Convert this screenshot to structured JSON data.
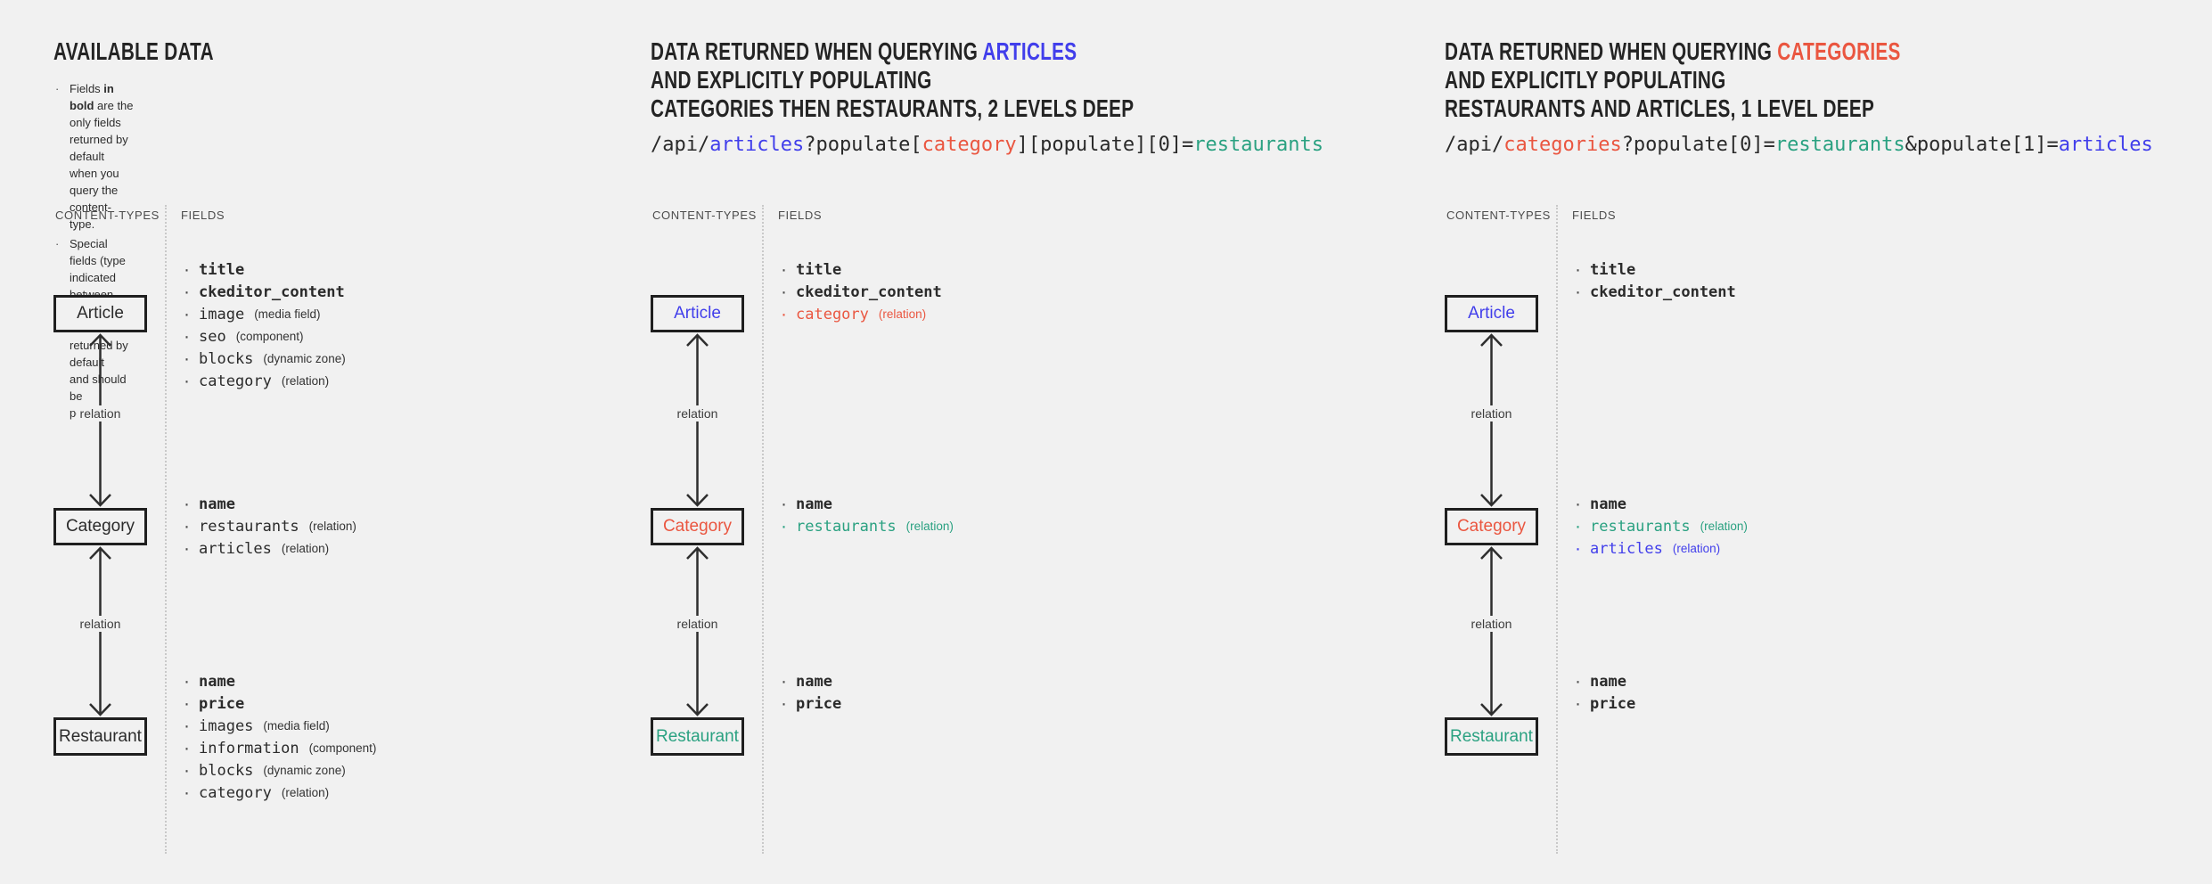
{
  "colors": {
    "blue": "#413EEB",
    "red": "#EA5640",
    "teal": "#2AA181",
    "dark": "#242424"
  },
  "glyphs": {
    "bullet": "·"
  },
  "diagram_labels": {
    "content_types": "CONTENT-TYPES",
    "fields": "FIELDS",
    "relation": "relation"
  },
  "columns": [
    {
      "title_lines": [
        [
          {
            "text": "AVAILABLE DATA"
          }
        ]
      ],
      "notes": [
        {
          "segments": [
            {
              "text": "Fields "
            },
            {
              "text": "in bold",
              "bold": true
            },
            {
              "text": " are the only fields returned by default when you query the content-type."
            }
          ]
        },
        {
          "segments": [
            {
              "text": "Special fields (type indicated between parenthesis) are not returned by default"
            },
            {
              "br": true
            },
            {
              "text": "and should be populated."
            }
          ]
        }
      ],
      "url_segments": null,
      "boxes": [
        {
          "name": "Article",
          "color": null,
          "fields": [
            {
              "name": "title",
              "bold": true
            },
            {
              "name": "ckeditor_content",
              "bold": true
            },
            {
              "name": "image",
              "annotation": "(media field)"
            },
            {
              "name": "seo",
              "annotation": "(component)"
            },
            {
              "name": "blocks",
              "annotation": "(dynamic zone)"
            },
            {
              "name": "category",
              "annotation": "(relation)"
            }
          ]
        },
        {
          "name": "Category",
          "color": null,
          "fields": [
            {
              "name": "name",
              "bold": true
            },
            {
              "name": "restaurants",
              "annotation": "(relation)"
            },
            {
              "name": "articles",
              "annotation": "(relation)"
            }
          ]
        },
        {
          "name": "Restaurant",
          "color": null,
          "fields": [
            {
              "name": "name",
              "bold": true
            },
            {
              "name": "price",
              "bold": true
            },
            {
              "name": "images",
              "annotation": "(media field)"
            },
            {
              "name": "information",
              "annotation": "(component)"
            },
            {
              "name": "blocks",
              "annotation": "(dynamic zone)"
            },
            {
              "name": "category",
              "annotation": "(relation)"
            }
          ]
        }
      ]
    },
    {
      "title_lines": [
        [
          {
            "text": "DATA RETURNED WHEN QUERYING "
          },
          {
            "text": "ARTICLES",
            "color": "blue"
          }
        ],
        [
          {
            "text": "AND EXPLICITLY POPULATING"
          }
        ],
        [
          {
            "text": "CATEGORIES THEN RESTAURANTS, 2 LEVELS DEEP"
          }
        ]
      ],
      "notes": null,
      "url_segments": [
        {
          "text": "/api/"
        },
        {
          "text": "articles",
          "color": "blue"
        },
        {
          "text": "?populate["
        },
        {
          "text": "category",
          "color": "red"
        },
        {
          "text": "][populate][0]="
        },
        {
          "text": "restaurants",
          "color": "teal"
        }
      ],
      "boxes": [
        {
          "name": "Article",
          "color": "blue",
          "fields": [
            {
              "name": "title",
              "bold": true
            },
            {
              "name": "ckeditor_content",
              "bold": true
            },
            {
              "name": "category",
              "annotation": "(relation)",
              "color": "red"
            }
          ]
        },
        {
          "name": "Category",
          "color": "red",
          "fields": [
            {
              "name": "name",
              "bold": true
            },
            {
              "name": "restaurants",
              "annotation": "(relation)",
              "color": "teal"
            }
          ]
        },
        {
          "name": "Restaurant",
          "color": "teal",
          "fields": [
            {
              "name": "name",
              "bold": true
            },
            {
              "name": "price",
              "bold": true
            }
          ]
        }
      ]
    },
    {
      "title_lines": [
        [
          {
            "text": "DATA RETURNED WHEN QUERYING "
          },
          {
            "text": "CATEGORIES",
            "color": "red"
          }
        ],
        [
          {
            "text": "AND EXPLICITLY POPULATING"
          }
        ],
        [
          {
            "text": "RESTAURANTS AND ARTICLES, 1 LEVEL DEEP"
          }
        ]
      ],
      "notes": null,
      "url_segments": [
        {
          "text": "/api/"
        },
        {
          "text": "categories",
          "color": "red"
        },
        {
          "text": "?populate[0]="
        },
        {
          "text": "restaurants",
          "color": "teal"
        },
        {
          "text": "&populate[1]="
        },
        {
          "text": "articles",
          "color": "blue"
        }
      ],
      "boxes": [
        {
          "name": "Article",
          "color": "blue",
          "fields": [
            {
              "name": "title",
              "bold": true
            },
            {
              "name": "ckeditor_content",
              "bold": true
            }
          ]
        },
        {
          "name": "Category",
          "color": "red",
          "fields": [
            {
              "name": "name",
              "bold": true
            },
            {
              "name": "restaurants",
              "annotation": "(relation)",
              "color": "teal"
            },
            {
              "name": "articles",
              "annotation": "(relation)",
              "color": "blue"
            }
          ]
        },
        {
          "name": "Restaurant",
          "color": "teal",
          "fields": [
            {
              "name": "name",
              "bold": true
            },
            {
              "name": "price",
              "bold": true
            }
          ]
        }
      ]
    }
  ]
}
